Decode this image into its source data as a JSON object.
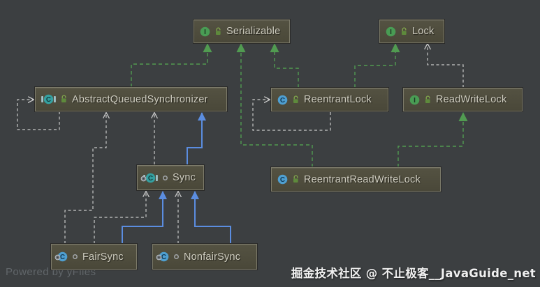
{
  "diagram": {
    "tool": "IntelliJ IDEA UML class diagram",
    "background_color": "#3c3f41",
    "node_fill": "#4a4839",
    "node_border": "#7d7b6a"
  },
  "nodes": [
    {
      "id": "serializable",
      "label": "Serializable",
      "kind": "interface",
      "visibility": "public"
    },
    {
      "id": "lock",
      "label": "Lock",
      "kind": "interface",
      "visibility": "public"
    },
    {
      "id": "aqs",
      "label": "AbstractQueuedSynchronizer",
      "kind": "abstract-class",
      "visibility": "public"
    },
    {
      "id": "reentrantlock",
      "label": "ReentrantLock",
      "kind": "class",
      "visibility": "public"
    },
    {
      "id": "readwritelock",
      "label": "ReadWriteLock",
      "kind": "interface",
      "visibility": "public"
    },
    {
      "id": "sync",
      "label": "Sync",
      "kind": "abstract-class-static-inner",
      "visibility": "package-private"
    },
    {
      "id": "rrwl",
      "label": "ReentrantReadWriteLock",
      "kind": "class",
      "visibility": "public"
    },
    {
      "id": "fairsync",
      "label": "FairSync",
      "kind": "class-static-inner",
      "visibility": "package-private"
    },
    {
      "id": "nonfairsync",
      "label": "NonfairSync",
      "kind": "class-static-inner",
      "visibility": "package-private"
    }
  ],
  "edges": [
    {
      "from": "AbstractQueuedSynchronizer",
      "to": "Serializable",
      "type": "implements",
      "style": "green-dashed-filled-triangle"
    },
    {
      "from": "ReentrantReadWriteLock",
      "to": "Serializable",
      "type": "implements",
      "style": "green-dashed-filled-triangle"
    },
    {
      "from": "ReentrantLock",
      "to": "Serializable",
      "type": "implements",
      "style": "green-dashed-filled-triangle"
    },
    {
      "from": "ReentrantLock",
      "to": "Lock",
      "type": "implements",
      "style": "green-dashed-filled-triangle"
    },
    {
      "from": "ReentrantReadWriteLock",
      "to": "ReadWriteLock",
      "type": "implements",
      "style": "green-dashed-filled-triangle"
    },
    {
      "from": "ReadWriteLock",
      "to": "Lock",
      "type": "dependency",
      "style": "gray-dashed-open-arrow"
    },
    {
      "from": "AbstractQueuedSynchronizer",
      "to": "AbstractQueuedSynchronizer",
      "type": "self-dependency",
      "style": "gray-dashed-open-arrow"
    },
    {
      "from": "ReentrantLock",
      "to": "ReentrantLock",
      "type": "self-dependency",
      "style": "gray-dashed-open-arrow"
    },
    {
      "from": "Sync",
      "to": "AbstractQueuedSynchronizer",
      "type": "dependency",
      "style": "gray-dashed-open-arrow"
    },
    {
      "from": "Sync",
      "to": "AbstractQueuedSynchronizer",
      "type": "extends",
      "style": "blue-solid-filled-triangle"
    },
    {
      "from": "FairSync",
      "to": "AbstractQueuedSynchronizer",
      "type": "dependency",
      "style": "gray-dashed-open-arrow"
    },
    {
      "from": "FairSync",
      "to": "Sync",
      "type": "dependency",
      "style": "gray-dashed-open-arrow"
    },
    {
      "from": "FairSync",
      "to": "Sync",
      "type": "extends",
      "style": "blue-solid-filled-triangle"
    },
    {
      "from": "NonfairSync",
      "to": "Sync",
      "type": "dependency",
      "style": "gray-dashed-open-arrow"
    },
    {
      "from": "NonfairSync",
      "to": "Sync",
      "type": "extends",
      "style": "blue-solid-filled-triangle"
    }
  ],
  "colors": {
    "implements_edge": "#519b51",
    "dependency_edge": "#c9c9c9",
    "extends_edge": "#5b8de0",
    "interface_icon": "#499c54",
    "class_icon": "#4f9fd0",
    "abstract_class_icon": "#35a0a0"
  },
  "watermarks": {
    "yfiles": "Powered by yFiles",
    "community": "掘金技术社区 @ 不止极客__JavaGuide_net"
  }
}
